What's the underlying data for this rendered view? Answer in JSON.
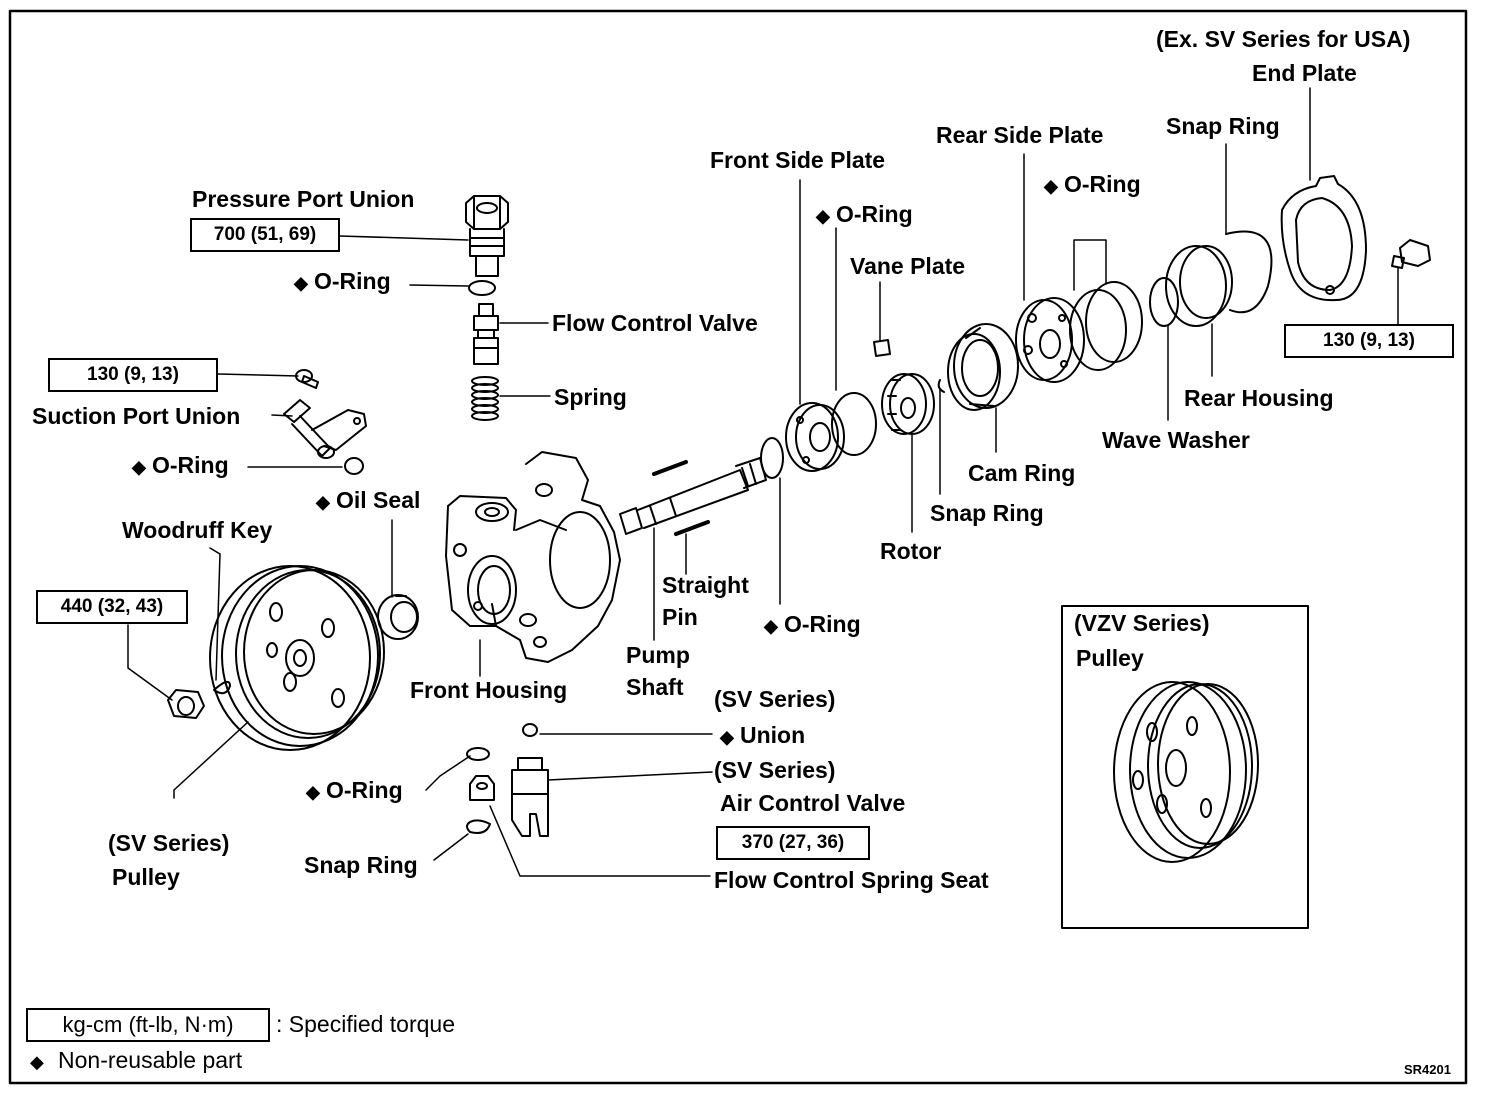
{
  "diagram": {
    "labels": {
      "ex_sv_usa": "(Ex. SV Series for USA)",
      "end_plate": "End Plate",
      "snap_ring_top": "Snap Ring",
      "rear_side_plate": "Rear Side Plate",
      "front_side_plate": "Front Side Plate",
      "o_ring_rear": "O-Ring",
      "o_ring_front_plate": "O-Ring",
      "vane_plate": "Vane Plate",
      "pressure_port_union": "Pressure Port Union",
      "o_ring_pressure": "O-Ring",
      "flow_control_valve": "Flow Control Valve",
      "spring": "Spring",
      "suction_port_union": "Suction Port Union",
      "o_ring_suction": "O-Ring",
      "oil_seal": "Oil Seal",
      "woodruff_key": "Woodruff Key",
      "rear_housing": "Rear Housing",
      "wave_washer": "Wave Washer",
      "cam_ring": "Cam Ring",
      "snap_ring_rotor": "Snap Ring",
      "rotor": "Rotor",
      "straight": "Straight",
      "pin": "Pin",
      "o_ring_shaft": "O-Ring",
      "pump": "Pump",
      "shaft": "Shaft",
      "front_housing": "Front Housing",
      "sv_series_union_title": "(SV Series)",
      "union": "Union",
      "sv_series_acv_title": "(SV Series)",
      "air_control_valve": "Air Control Valve",
      "o_ring_bottom": "O-Ring",
      "snap_ring_bottom": "Snap Ring",
      "flow_control_spring_seat": "Flow Control Spring Seat",
      "sv_series_pulley_title": "(SV Series)",
      "pulley": "Pulley",
      "vzv_series": "(VZV Series)",
      "vzv_pulley": "Pulley"
    },
    "torques": {
      "pressure_port": "700 (51, 69)",
      "suction_port": "130 (9, 13)",
      "end_plate_bolt": "130 (9, 13)",
      "pulley_nut": "440 (32, 43)",
      "air_control_valve": "370 (27, 36)"
    },
    "legend": {
      "torque_unit": "kg-cm (ft-lb, N·m)",
      "torque_desc": ": Specified torque",
      "nonreusable_symbol": "◆",
      "nonreusable_desc": "Non-reusable part"
    },
    "figure_code": "SR4201",
    "nonreusable_symbol": "◆"
  }
}
